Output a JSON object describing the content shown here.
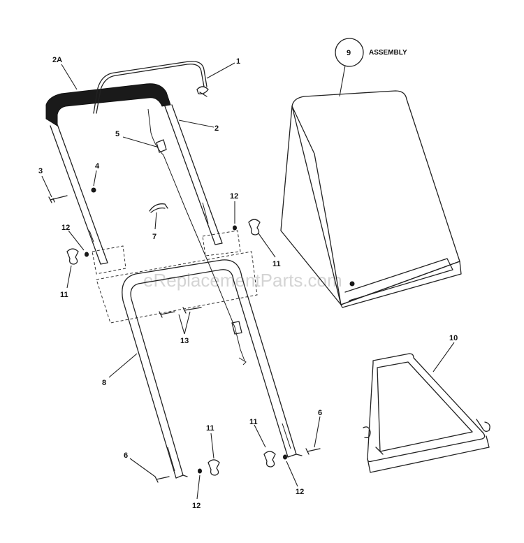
{
  "watermark": "eReplacementParts.com",
  "assembly_label": "ASSEMBLY",
  "callouts": {
    "c2a": "2A",
    "c1": "1",
    "c2": "2",
    "c3": "3",
    "c4": "4",
    "c5": "5",
    "c6a": "6",
    "c6b": "6",
    "c7": "7",
    "c8": "8",
    "c9": "9",
    "c10": "10",
    "c11a": "11",
    "c11b": "11",
    "c11c": "11",
    "c11d": "11",
    "c12a": "12",
    "c12b": "12",
    "c12c": "12",
    "c12d": "12",
    "c13": "13"
  }
}
